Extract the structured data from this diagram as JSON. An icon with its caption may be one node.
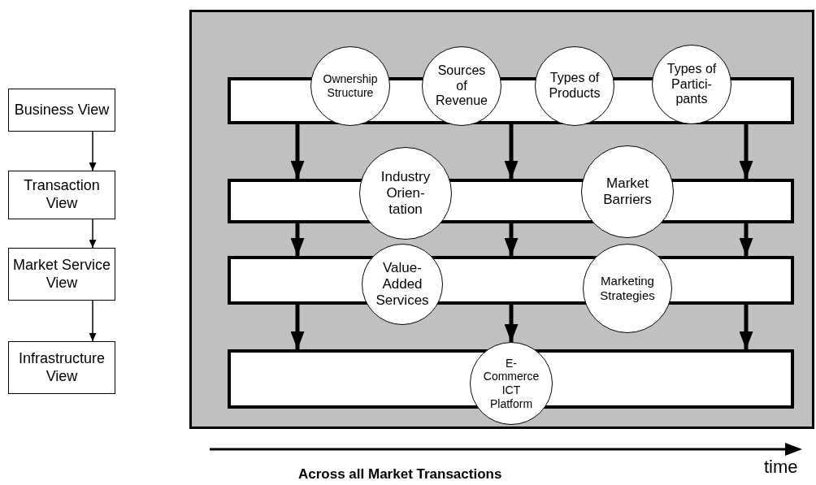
{
  "diagram": {
    "nodes": [
      {
        "text": [
          "Business View"
        ]
      },
      {
        "text": [
          "Transaction View"
        ]
      },
      {
        "text": [
          "Market Service View"
        ]
      },
      {
        "text": [
          "Infrastructure View"
        ]
      },
      {
        "text": [],
        "shape": "box"
      },
      {
        "text": [],
        "shape": "bar",
        "in": 4
      },
      {
        "text": [],
        "shape": "bar",
        "in": 4
      },
      {
        "text": [],
        "shape": "bar",
        "in": 4
      },
      {
        "text": [],
        "shape": "bar",
        "in": 4
      },
      {
        "text": [
          "Ownership Structure"
        ],
        "in": 4
      },
      {
        "text": [
          "Sources of Revenue"
        ],
        "in": 4
      },
      {
        "text": [
          "Types of Products"
        ],
        "in": 4
      },
      {
        "text": [
          "Types of Partici- pants"
        ],
        "in": 4
      },
      {
        "text": [
          "Industry Orien- tation"
        ],
        "in": 4
      },
      {
        "text": [
          "Market Barriers"
        ],
        "in": 4
      },
      {
        "text": [
          "Value- Added Services"
        ],
        "in": 4
      },
      {
        "text": [
          "Marketing Strategies"
        ],
        "in": 4
      },
      {
        "text": [
          "E- Commerce ICT Platform"
        ],
        "in": 4
      }
    ],
    "edges": [
      {
        "from": 0,
        "to": 1,
        "arrow": "to"
      },
      {
        "from": 1,
        "to": 2,
        "arrow": "to"
      },
      {
        "from": 2,
        "to": 3,
        "arrow": "to"
      },
      {
        "from": 5,
        "to": 6,
        "arrow": "to"
      },
      {
        "from": 5,
        "to": 6,
        "arrow": "to"
      },
      {
        "from": 5,
        "to": 6,
        "arrow": "to"
      },
      {
        "from": 6,
        "to": 7,
        "arrow": "to"
      },
      {
        "from": 6,
        "to": 7,
        "arrow": "to"
      },
      {
        "from": 6,
        "to": 7,
        "arrow": "to"
      },
      {
        "from": 7,
        "to": 8,
        "arrow": "to"
      },
      {
        "from": 7,
        "to": 17,
        "arrow": "to"
      },
      {
        "from": 7,
        "to": 8,
        "arrow": "to"
      }
    ],
    "labels": [
      "Across all Market Transactions",
      "time"
    ]
  }
}
